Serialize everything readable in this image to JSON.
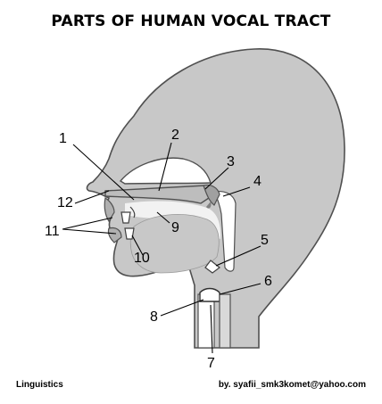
{
  "title": "PARTS OF HUMAN VOCAL TRACT",
  "footer_left": "Linguistics",
  "footer_right": "by. syafii_smk3komet@yahoo.com",
  "labels": [
    "1",
    "2",
    "3",
    "4",
    "5",
    "6",
    "7",
    "8",
    "9",
    "10",
    "11",
    "12"
  ],
  "colors": {
    "tissue": "#c8c8c8",
    "outline": "#505050",
    "text": "#000000"
  }
}
